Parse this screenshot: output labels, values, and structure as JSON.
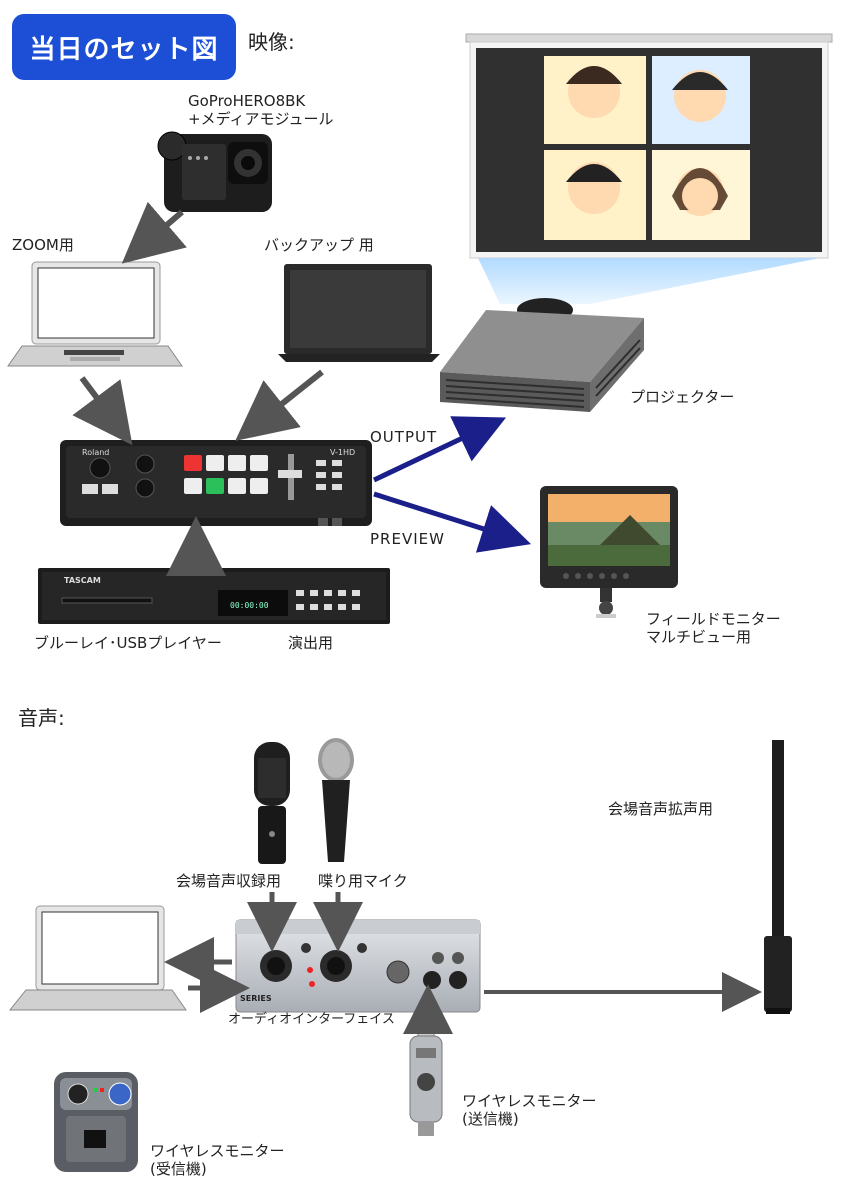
{
  "badge": "当日のセット図",
  "video_section": "映像:",
  "audio_section": "音声:",
  "video": {
    "camera_line1": "GoProHERO8BK",
    "camera_line2": "+メディアモジュール",
    "zoom_label": "ZOOM用",
    "backup_label": "バックアップ 用",
    "projector_label": "プロジェクター",
    "output_label": "OUTPUT",
    "preview_label": "PREVIEW",
    "monitor_line1": "フィールドモニター",
    "monitor_line2": "マルチビュー用",
    "player_label": "ブルーレイ･USBプレイヤー",
    "player_suffix": "演出用",
    "switcher_brand": "Roland",
    "switcher_model": "V-1HD",
    "player_brand": "TASCAM"
  },
  "audio": {
    "mic1_label": "会場音声収録用",
    "mic2_label": "喋り用マイク",
    "interface_label": "オーディオインターフェイス",
    "interface_series": "SERIES",
    "speaker_label": "会場音声拡声用",
    "tx_line1": "ワイヤレスモニター",
    "tx_line2": "(送信機)",
    "rx_line1": "ワイヤレスモニター",
    "rx_line2": "(受信機)"
  },
  "colors": {
    "badge_blue": "#1c4fd6",
    "arrow_gray": "#555555",
    "arrow_navy": "#1b1f8a",
    "projector_beam": "#bfe2ff"
  }
}
